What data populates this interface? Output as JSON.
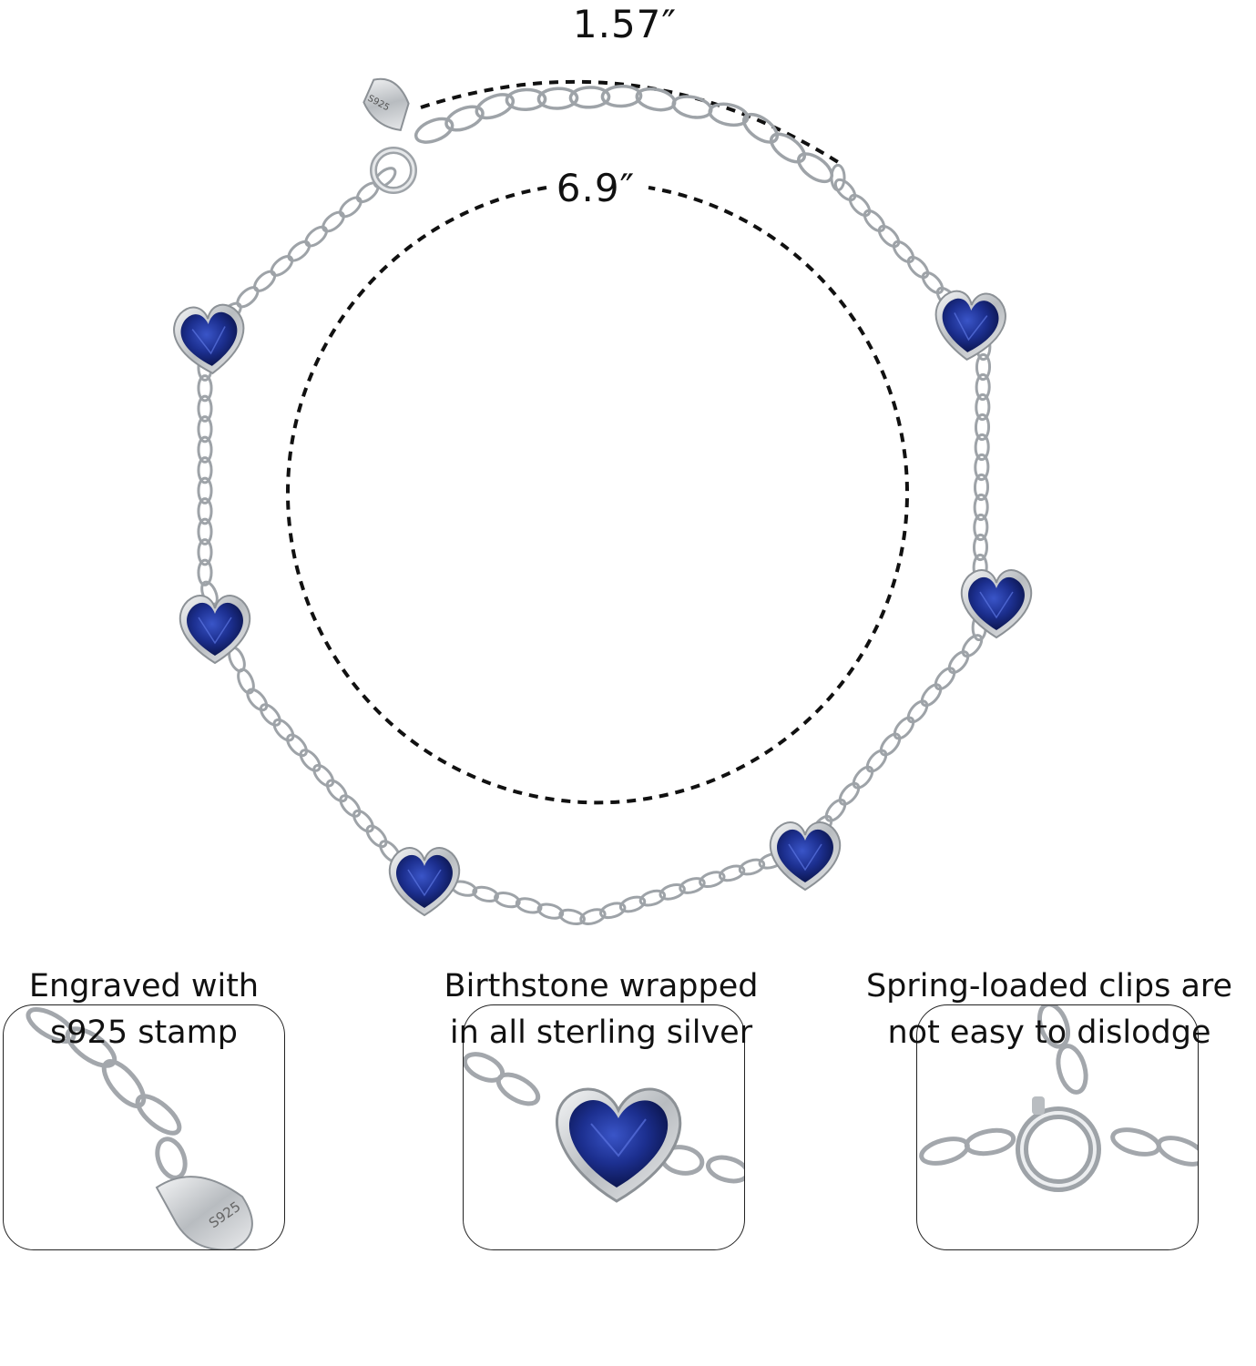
{
  "dimensions": {
    "extender_length": "1.57″",
    "chain_length": "6.9″"
  },
  "tag_stamp": "S925",
  "gem_color": "#1c2f8f",
  "silver_color": "#9ea3a8",
  "features": [
    {
      "line1": "Engraved with",
      "line2": "s925 stamp",
      "icon": "extender-tag-closeup"
    },
    {
      "line1": "Birthstone wrapped",
      "line2": "in all sterling silver",
      "icon": "heart-stone-closeup"
    },
    {
      "line1": "Spring-loaded clips are",
      "line2": "not easy to dislodge",
      "icon": "spring-clasp-closeup"
    }
  ]
}
